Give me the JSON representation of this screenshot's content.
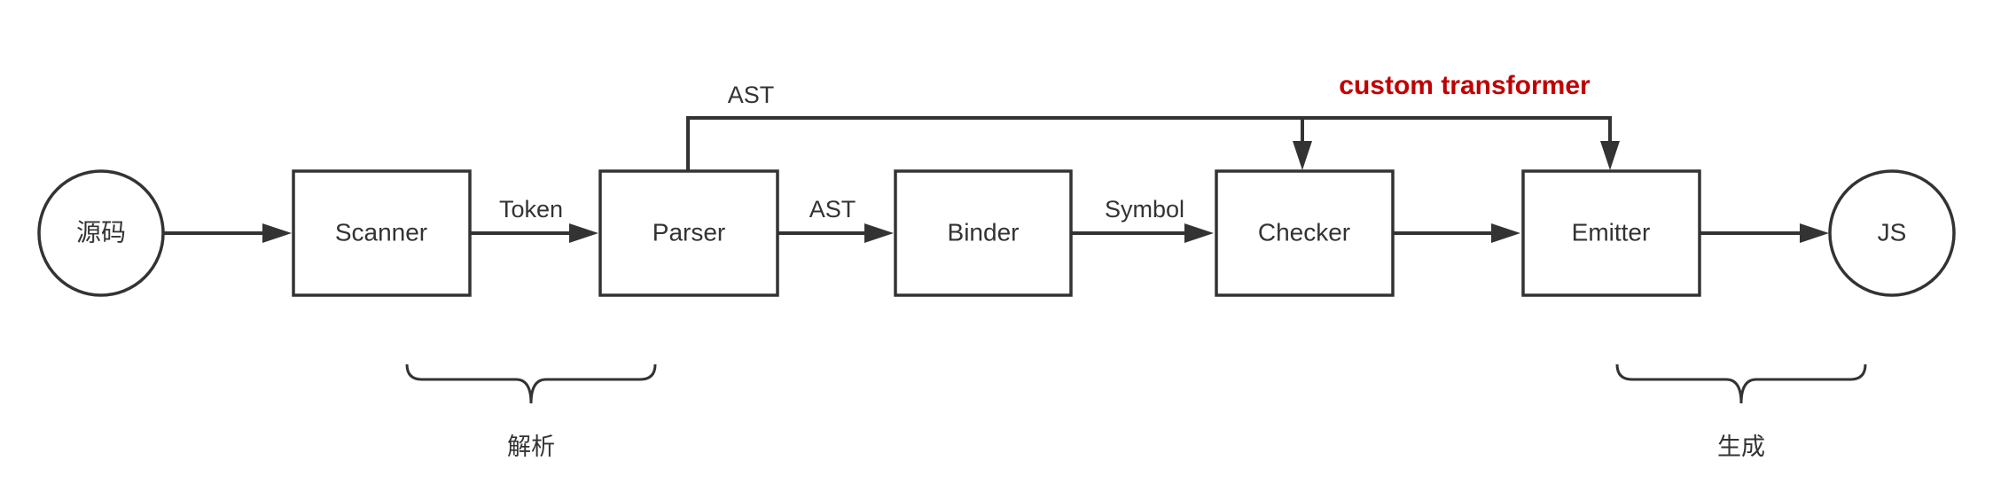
{
  "diagram": {
    "nodes": {
      "source": "源码",
      "scanner": "Scanner",
      "parser": "Parser",
      "binder": "Binder",
      "checker": "Checker",
      "emitter": "Emitter",
      "output": "JS"
    },
    "edges": {
      "scanner_to_parser": "Token",
      "parser_to_binder": "AST",
      "binder_to_checker": "Symbol",
      "parser_to_checker_emitter": "AST"
    },
    "annotations": {
      "custom_transformer": "custom transformer",
      "custom_transformer_color": "#c00000"
    },
    "groups": {
      "parse": "解析",
      "generate": "生成"
    }
  }
}
